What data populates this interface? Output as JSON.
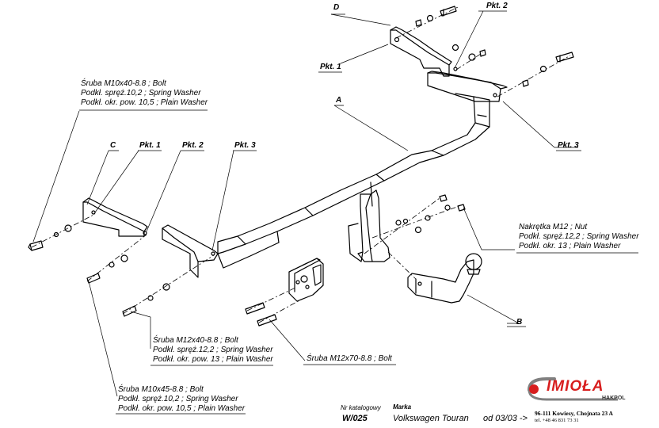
{
  "labels": {
    "D": "D",
    "A": "A",
    "B": "B",
    "C": "C",
    "pkt1_top": "Pkt. 1",
    "pkt2_top": "Pkt. 2",
    "pkt3_top": "Pkt. 3",
    "pkt1_left": "Pkt. 1",
    "pkt2_left": "Pkt. 2",
    "pkt3_left": "Pkt. 3"
  },
  "callouts": {
    "bolt_m10x40": [
      "Śruba M10x40-8.8 ;  Bolt",
      "Podkł. spręż.10,2 ; Spring Washer",
      "Podkł. okr. pow. 10,5 ; Plain Washer"
    ],
    "nut_m12": [
      "Nakrętka  M12 ; Nut",
      "Podkł. spręż.12,2 ; Spring Washer",
      "Podkł. okr. 13 ; Plain Washer"
    ],
    "bolt_m12x40": [
      "Śruba M12x40-8.8 ;  Bolt",
      "Podkł. spręż.12,2 ; Spring Washer",
      "Podkł. okr. pow. 13 ; Plain Washer"
    ],
    "bolt_m12x70": "Śruba M12x70-8.8 ;  Bolt",
    "bolt_m10x45": [
      "Śruba M10x45-8.8 ;  Bolt",
      "Podkł. spręż.10,2 ; Spring Washer",
      "Podkł. okr. pow. 10,5 ; Plain Washer"
    ]
  },
  "footer": {
    "catalog_header": "Nr katalogowy",
    "catalog_number": "W/025",
    "brand_header": "Marka",
    "vehicle": "Volkswagen Touran",
    "from_date": "od  03/03 ->"
  },
  "company": {
    "logo_text": "IMIOŁA",
    "logo_sub": "HAKPOL",
    "address": "96-111 Kowiesy, Chojnata 23 A",
    "phone": "tel. +48 46 831 73 31"
  },
  "colors": {
    "line": "#000000",
    "logo_red": "#d81e1e",
    "logo_gray": "#808080",
    "background": "#ffffff"
  }
}
